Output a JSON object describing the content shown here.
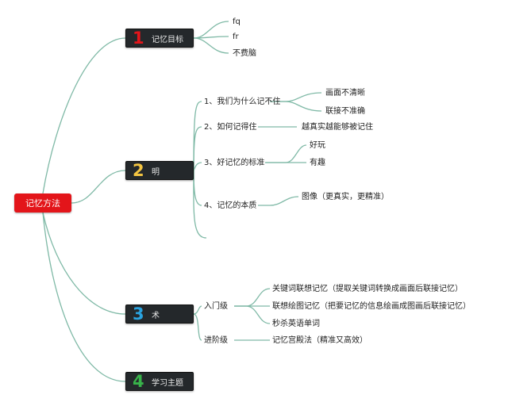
{
  "root": {
    "label": "记忆方法",
    "color": "#e3151a"
  },
  "line_color": "#7fb9a6",
  "topics": [
    {
      "number": "1",
      "number_color": "#e3151a",
      "label": "记忆目标",
      "children": [
        "fq",
        "fr",
        "不费脑"
      ]
    },
    {
      "number": "2",
      "number_color": "#f4c542",
      "label": "明",
      "children": [
        {
          "label": "1、我们为什么记不住",
          "children": [
            "画面不清晰",
            "联接不准确"
          ]
        },
        {
          "label": "2、如何记得住",
          "children": [
            "越真实越能够被记住"
          ]
        },
        {
          "label": "3、好记忆的标准",
          "children": [
            "好玩",
            "有趣"
          ]
        },
        {
          "label": "4、记忆的本质",
          "children": [
            "图像（更真实，更精准）"
          ]
        },
        {
          "label": "",
          "children": []
        }
      ]
    },
    {
      "number": "3",
      "number_color": "#2aa3e0",
      "label": "术",
      "children": [
        {
          "label": "入门级",
          "children": [
            "关键词联想记忆（提取关键词转换成画面后联接记忆）",
            "联想绘图记忆（把要记忆的信息绘画成图画后联接记忆）",
            "秒杀英语单词"
          ]
        },
        {
          "label": "进阶级",
          "children": [
            "记忆宫殿法（精准又高效）"
          ]
        }
      ]
    },
    {
      "number": "4",
      "number_color": "#38b34a",
      "label": "学习主题",
      "children": []
    }
  ]
}
